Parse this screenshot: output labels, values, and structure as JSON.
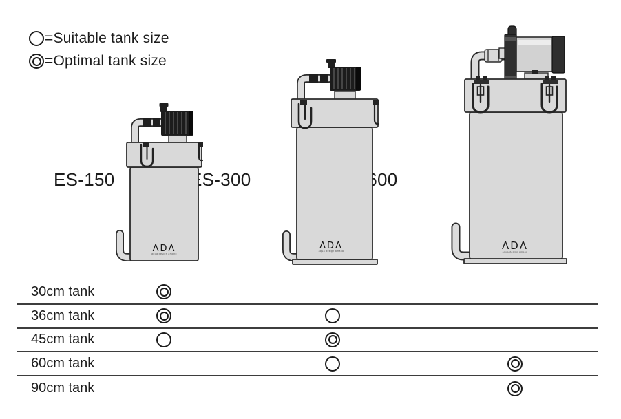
{
  "legend": {
    "items": [
      {
        "symbol": "suitable",
        "label": "=Suitable tank size"
      },
      {
        "symbol": "optimal",
        "label": "=Optimal tank size"
      }
    ]
  },
  "products": [
    {
      "label": "ES-150"
    },
    {
      "label": "ES-300"
    },
    {
      "label": "ES-600"
    }
  ],
  "brand": {
    "logo": "ADA",
    "logo_glyphs": "ΛDΛ",
    "logo_subtext": "aqua design amano"
  },
  "table": {
    "columns": [
      "ES-150",
      "ES-300",
      "ES-600"
    ],
    "rows": [
      {
        "label": "30cm tank",
        "es150": "optimal",
        "es300": "",
        "es600": ""
      },
      {
        "label": "36cm tank",
        "es150": "optimal",
        "es300": "suitable",
        "es600": ""
      },
      {
        "label": "45cm tank",
        "es150": "suitable",
        "es300": "optimal",
        "es600": ""
      },
      {
        "label": "60cm tank",
        "es150": "",
        "es300": "suitable",
        "es600": "optimal"
      },
      {
        "label": "90cm tank",
        "es150": "",
        "es300": "",
        "es600": "optimal"
      }
    ]
  },
  "colors": {
    "ink": "#1c1c1c",
    "body_fill": "#d9d9d9",
    "table_line": "#3d3d3d"
  }
}
